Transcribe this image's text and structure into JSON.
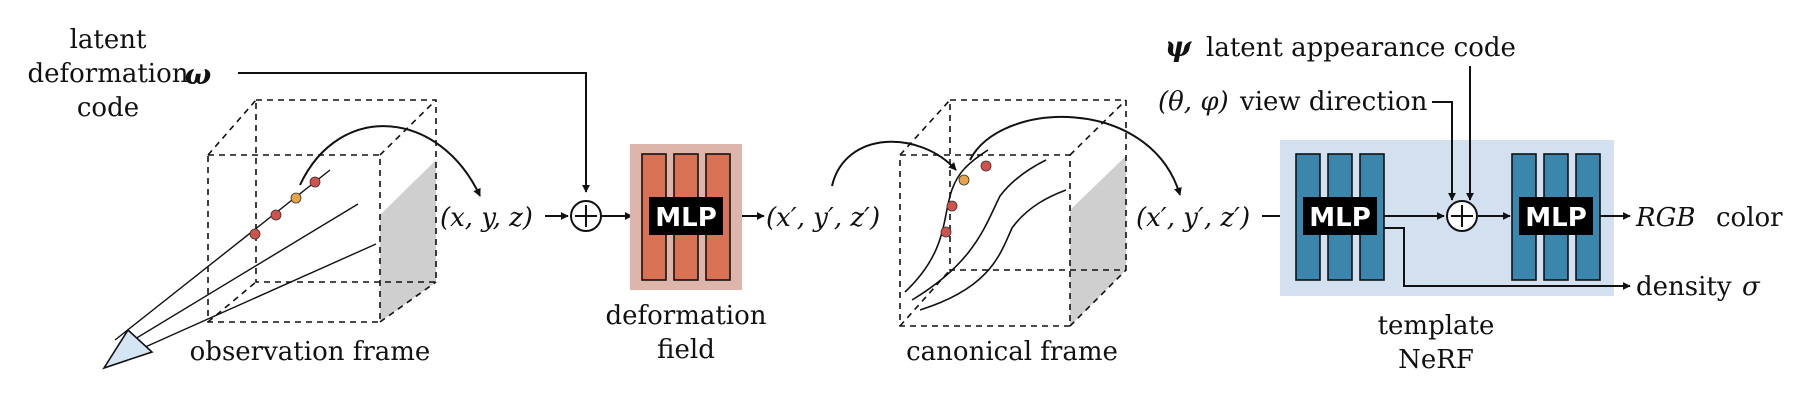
{
  "labels": {
    "latent_deformation_line1": "latent",
    "latent_deformation_line2": "deformation",
    "latent_deformation_line3": "code",
    "omega_symbol": "ω",
    "observation_frame": "observation frame",
    "xyz": "(x, y, z)",
    "xyz_prime": "(x′, y′, z′)",
    "xyz_prime_2": "(x′, y′, z′)",
    "mlp_label": "MLP",
    "deformation_field_line1": "deformation",
    "deformation_field_line2": "field",
    "canonical_frame": "canonical frame",
    "psi_symbol": "ψ",
    "latent_appearance_code": "latent appearance code",
    "view_dir_symbol": "(θ, φ)",
    "view_direction": "view direction",
    "rgb_symbol": "RGB",
    "rgb_color": "color",
    "density": "density",
    "sigma_symbol": "σ",
    "template_nerf_line1": "template",
    "template_nerf_line2": "NeRF",
    "plus_symbol": "+"
  },
  "colors": {
    "deform_block_bg": "#ddb5ab",
    "deform_mlp": "#d97154",
    "nerf_block_bg": "#d3e0ef",
    "nerf_mlp": "#3a86ad",
    "sample_red": "#d1524a",
    "sample_orange": "#e7a348",
    "frame_face": "#cfcfcf",
    "camera": "#d4e5f4"
  }
}
